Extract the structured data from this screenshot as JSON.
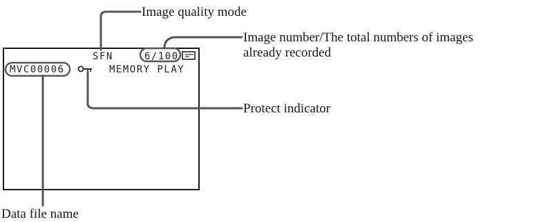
{
  "screen": {
    "quality_mode": "SFN",
    "image_counter": "6/100",
    "file_name": "MVC00006",
    "mode_label": "MEMORY PLAY"
  },
  "callouts": {
    "quality_mode": "Image quality mode",
    "image_number_line1": "Image number/The total numbers of images",
    "image_number_line2": "already recorded",
    "protect": "Protect indicator",
    "file_name": "Data file name"
  },
  "icons": {
    "protect": "key-icon",
    "memory_card": "memory-card-icon"
  }
}
